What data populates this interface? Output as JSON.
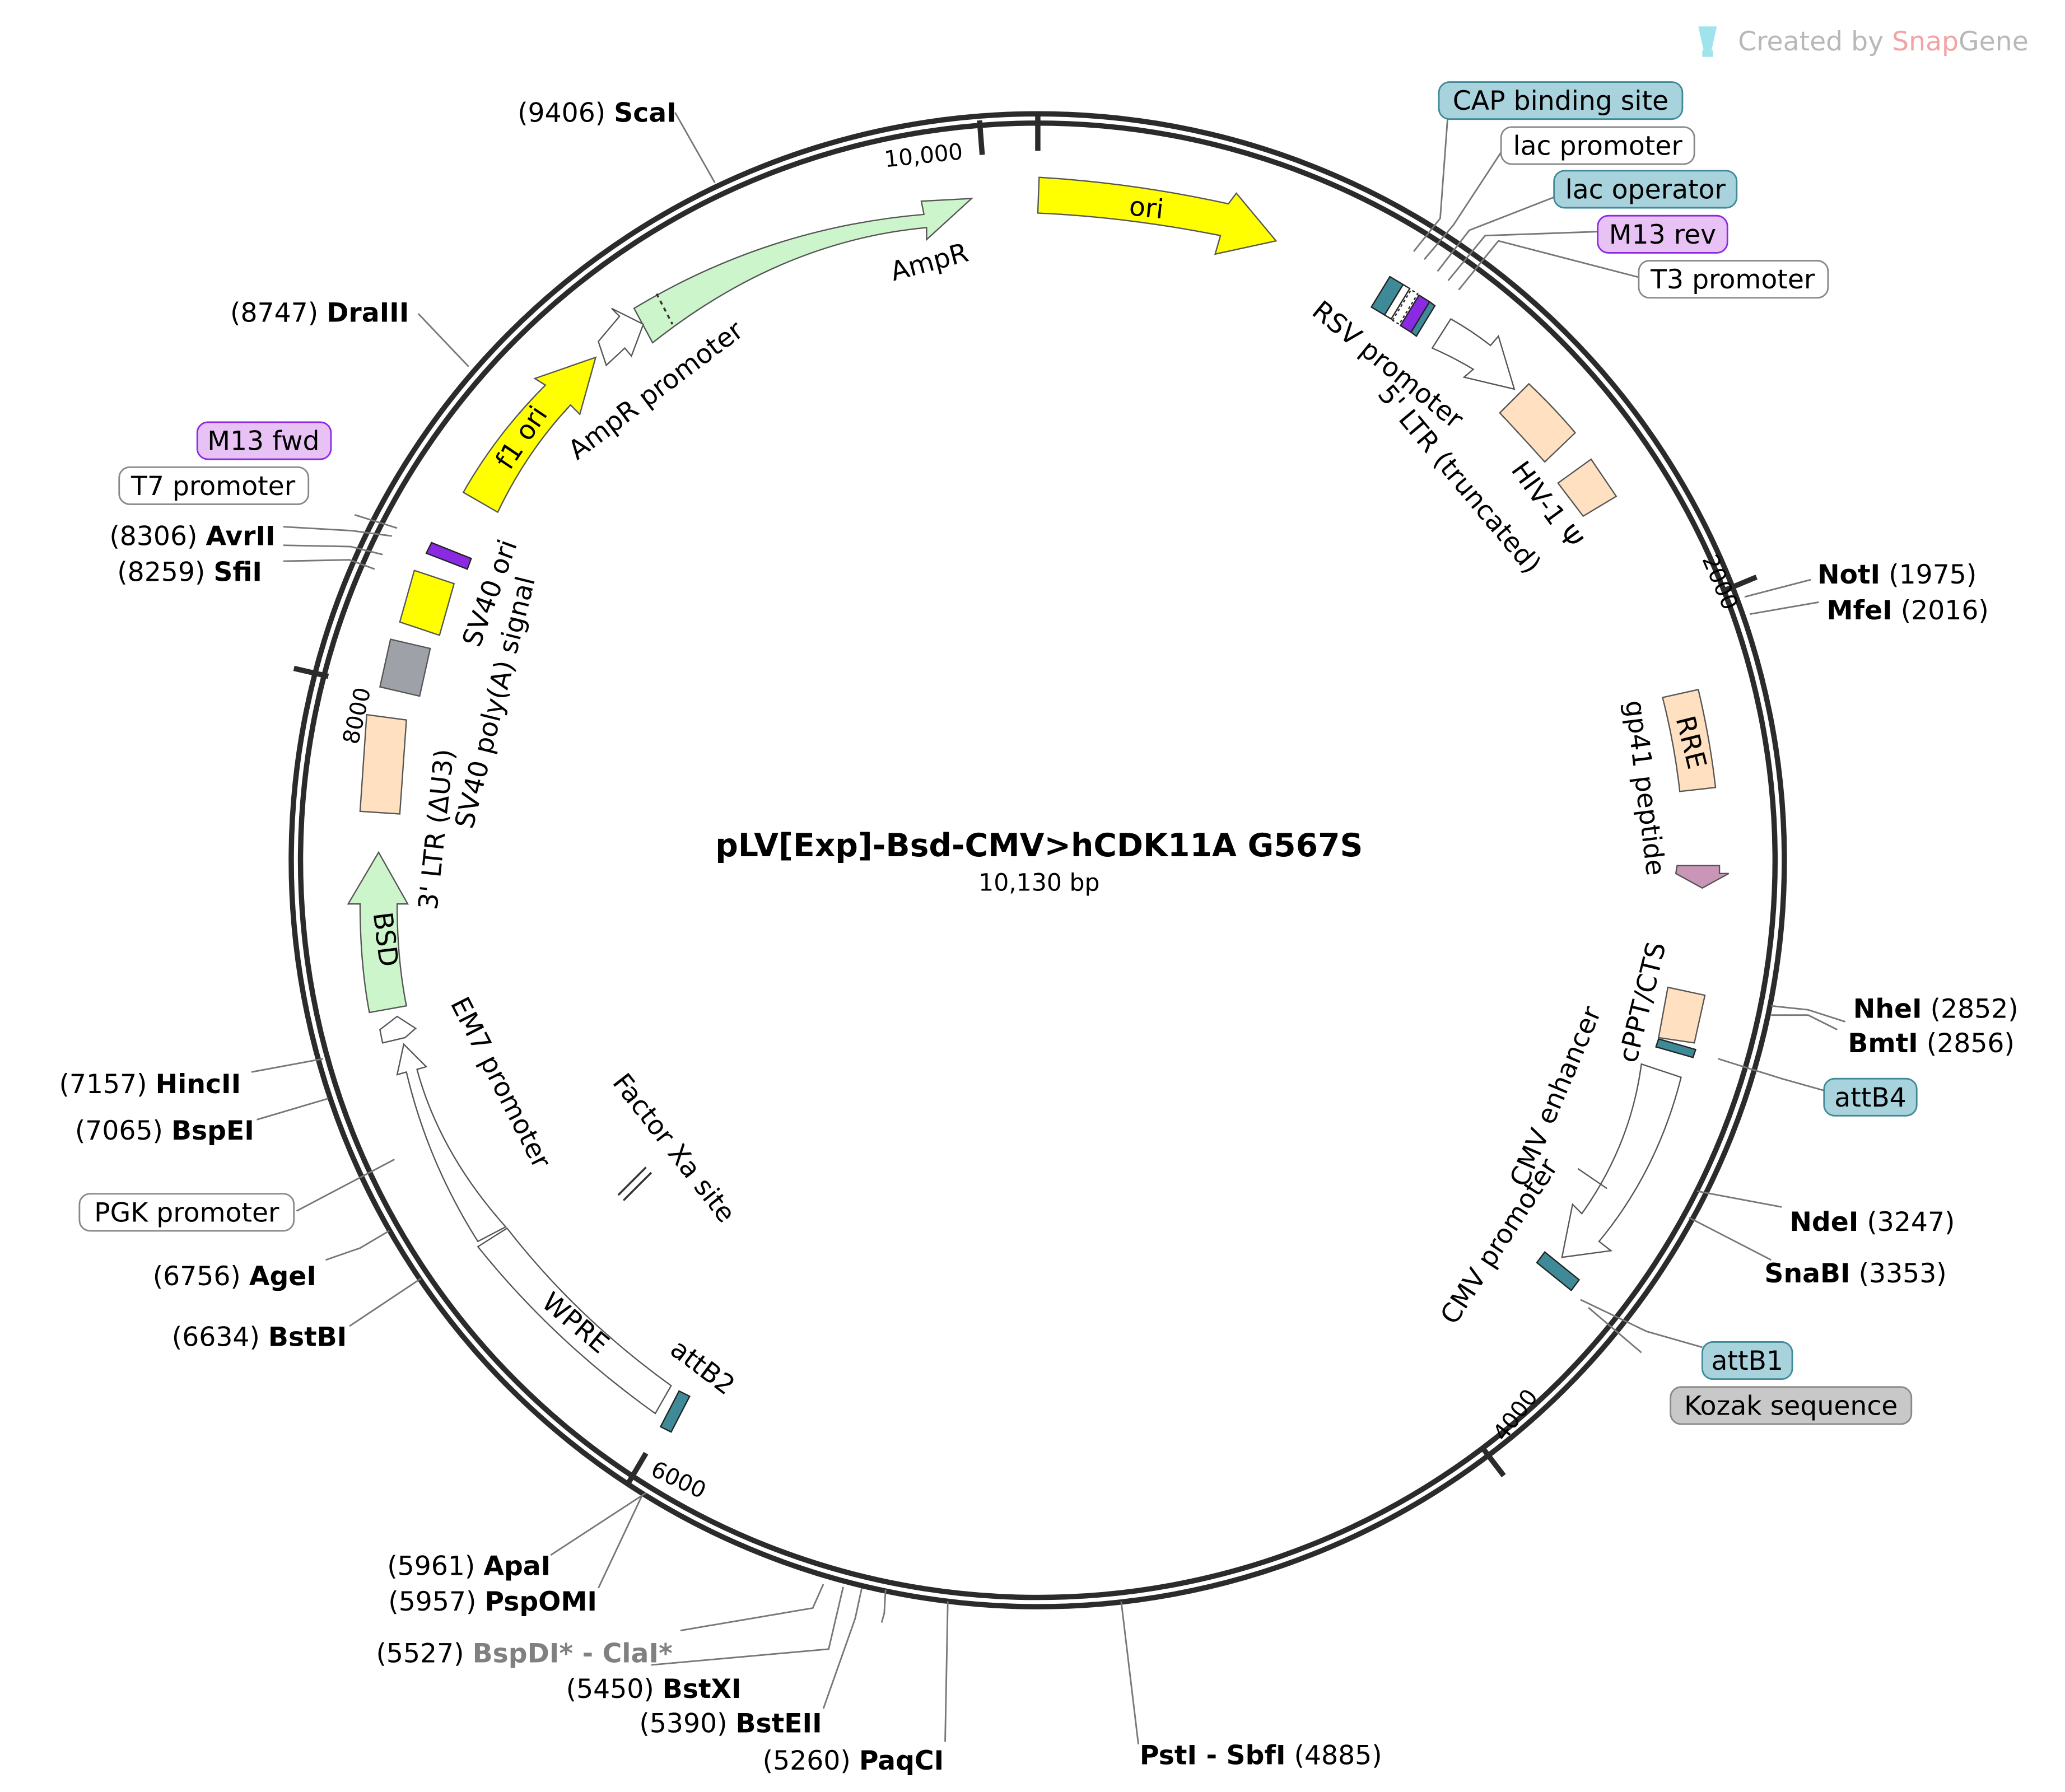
{
  "watermark": {
    "prefix": "Created by ",
    "brand_snap": "Snap",
    "brand_gene": "Gene"
  },
  "plasmid": {
    "name": "pLV[Exp]-Bsd-CMV>hCDK11A G567S",
    "length_label": "10,130 bp",
    "length_bp": 10130
  },
  "colors": {
    "backbone": "#2b2b2b",
    "yellow": "#ffff00",
    "green": "#ccf5cc",
    "peach": "#ffe0c0",
    "teal": "#3f8a99",
    "purple": "#8a2be2",
    "gray_block": "#9ea1a8",
    "mauve": "#c996b8",
    "label_teal": "#a8d2dc",
    "label_purple": "#e8c2f5",
    "label_gray": "#c8c8c8",
    "enzyme_gray": "#808080"
  },
  "ticks": [
    {
      "bp": 0,
      "label": ""
    },
    {
      "bp": 2000,
      "label": "2000"
    },
    {
      "bp": 4000,
      "label": "4000"
    },
    {
      "bp": 6000,
      "label": "6000"
    },
    {
      "bp": 8000,
      "label": "8000"
    },
    {
      "bp": 10000,
      "label": "10,000"
    }
  ],
  "sites": [
    {
      "name": "ScaI",
      "pos": "9406",
      "bp": 9406
    },
    {
      "name": "DraIII",
      "pos": "8747",
      "bp": 8747
    },
    {
      "name": "AvrII",
      "pos": "8306",
      "bp": 8306
    },
    {
      "name": "SfiI",
      "pos": "8259",
      "bp": 8259
    },
    {
      "name": "HincII",
      "pos": "7157",
      "bp": 7157
    },
    {
      "name": "BspEI",
      "pos": "7065",
      "bp": 7065
    },
    {
      "name": "AgeI",
      "pos": "6756",
      "bp": 6756
    },
    {
      "name": "BstBI",
      "pos": "6634",
      "bp": 6634
    },
    {
      "name": "ApaI",
      "pos": "5961",
      "bp": 5961
    },
    {
      "name": "PspOMI",
      "pos": "5957",
      "bp": 5957
    },
    {
      "name": "BspDI* - ClaI*",
      "pos": "5527",
      "bp": 5527
    },
    {
      "name": "BstXI",
      "pos": "5450",
      "bp": 5450
    },
    {
      "name": "BstEII",
      "pos": "5390",
      "bp": 5390
    },
    {
      "name": "PaqCI",
      "pos": "5260",
      "bp": 5260
    },
    {
      "name": "PstI - SbfI",
      "pos": "4885",
      "bp": 4885
    },
    {
      "name": "NotI",
      "pos": "1975",
      "bp": 1975
    },
    {
      "name": "MfeI",
      "pos": "2016",
      "bp": 2016
    },
    {
      "name": "NheI",
      "pos": "2852",
      "bp": 2852
    },
    {
      "name": "BmtI",
      "pos": "2856",
      "bp": 2856
    },
    {
      "name": "NdeI",
      "pos": "3247",
      "bp": 3247
    },
    {
      "name": "SnaBI",
      "pos": "3353",
      "bp": 3353
    }
  ],
  "features": [
    {
      "label": "ori"
    },
    {
      "label": "AmpR"
    },
    {
      "label": "AmpR promoter"
    },
    {
      "label": "f1 ori"
    },
    {
      "label": "RSV promoter"
    },
    {
      "label": "5' LTR (truncated)"
    },
    {
      "label": "HIV-1 Ψ"
    },
    {
      "label": "RRE"
    },
    {
      "label": "gp41 peptide"
    },
    {
      "label": "cPPT/CTS"
    },
    {
      "label": "CMV enhancer"
    },
    {
      "label": "CMV promoter"
    },
    {
      "label": "Factor Xa site"
    },
    {
      "label": "attB2"
    },
    {
      "label": "WPRE"
    },
    {
      "label": "EM7 promoter"
    },
    {
      "label": "BSD"
    },
    {
      "label": "3' LTR (ΔU3)"
    },
    {
      "label": "SV40 poly(A) signal"
    },
    {
      "label": "SV40 ori"
    }
  ],
  "boxed_labels": [
    {
      "label": "CAP binding site"
    },
    {
      "label": "lac promoter"
    },
    {
      "label": "lac operator"
    },
    {
      "label": "M13 rev"
    },
    {
      "label": "T3 promoter"
    },
    {
      "label": "M13 fwd"
    },
    {
      "label": "T7 promoter"
    },
    {
      "label": "PGK promoter"
    },
    {
      "label": "attB4"
    },
    {
      "label": "attB1"
    },
    {
      "label": "Kozak sequence"
    }
  ]
}
